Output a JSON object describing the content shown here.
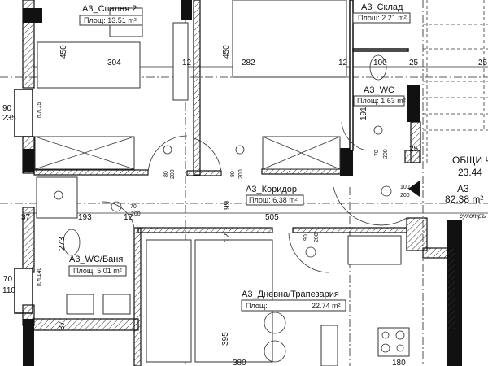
{
  "rooms": {
    "bedroom2": {
      "name": "A3_Спалня 2",
      "area": "Площ: 13.51 m²"
    },
    "storage": {
      "name": "A3_Склад",
      "area": "Площ: 2.21 m²"
    },
    "wc": {
      "name": "A3_WC",
      "area": "Площ: 1.63 m²"
    },
    "corridor": {
      "name": "A3_Коридор",
      "area": "Площ: 6.38 m²"
    },
    "bathroom": {
      "name": "A3_WC/Баня",
      "area": "Площ: 5.01 m²"
    },
    "living": {
      "name": "A3_Дневна/Трапезария",
      "area_label": "Площ:",
      "area_value": "22.74 m²"
    }
  },
  "summary": {
    "common_label": "ОБЩИ ЧА",
    "common_value": "23.44",
    "unit_name": "A3",
    "unit_area": "82.38 m²",
    "dry_riser": "сухотръ"
  },
  "dimensions": {
    "d304": "304",
    "d282": "282",
    "d12a": "12",
    "d12b": "12",
    "d100": "100",
    "d25a": "25",
    "d25b": "25",
    "d450a": "450",
    "d450b": "450",
    "d191": "191",
    "d70a": "70",
    "d200a": "200",
    "d25c": "25",
    "d90": "90",
    "d235": "235",
    "pl15": "п.л.15",
    "d193": "193",
    "d37a": "37",
    "d12c": "12",
    "d70b": "70",
    "d200b": "200",
    "d99": "99",
    "d505": "505",
    "d12d": "12",
    "d90b": "90",
    "d200c": "200",
    "d273": "273",
    "d70c": "70",
    "d110": "110",
    "pl140": "п.л.140",
    "d37b": "37",
    "d395": "395",
    "d380": "380",
    "d180": "180",
    "d25d": "25",
    "d25e": "25",
    "d100b": "100",
    "d200d": "200",
    "d80a": "80",
    "d200e": "200",
    "d80b": "80",
    "d200f": "200"
  }
}
